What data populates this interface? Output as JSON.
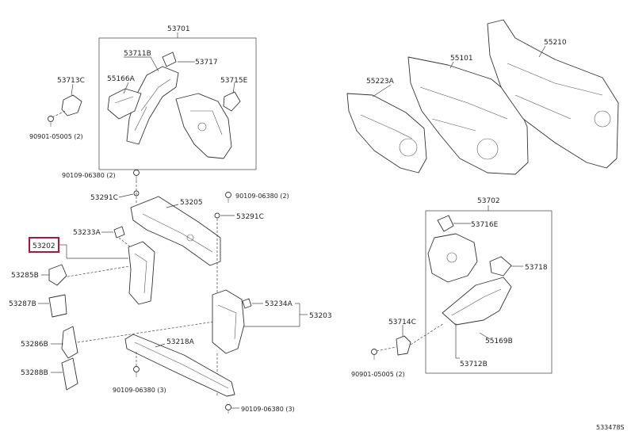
{
  "labels": {
    "p53701": "53701",
    "p53711B": "53711B",
    "p53717": "53717",
    "p55166A": "55166A",
    "p53715E": "53715E",
    "p53713C": "53713C",
    "b9090105005_top": "90901-05005 (2)",
    "p55223A": "55223A",
    "p55101": "55101",
    "p55210": "55210",
    "b9010906380_a": "90109-06380 (2)",
    "p53291C_a": "53291C",
    "p53205": "53205",
    "b9010906380_b": "90109-06380 (2)",
    "p53291C_b": "53291C",
    "p53233A": "53233A",
    "p53202": "53202",
    "p53285B": "53285B",
    "p53287B": "53287B",
    "p53234A": "53234A",
    "p53203": "53203",
    "p53218A": "53218A",
    "p53286B": "53286B",
    "p53288B": "53288B",
    "b9010906380_c": "90109-06380 (3)",
    "b9010906380_d": "90109-06380 (3)",
    "p53702": "53702",
    "p53716E": "53716E",
    "p53718": "53718",
    "p53714C": "53714C",
    "p55169B": "55169B",
    "b9090105005_bot": "90901-05005 (2)",
    "p53712B": "53712B",
    "diagram_code": "533478S"
  },
  "colors": {
    "highlight": "#b0163c",
    "line": "#333333"
  }
}
